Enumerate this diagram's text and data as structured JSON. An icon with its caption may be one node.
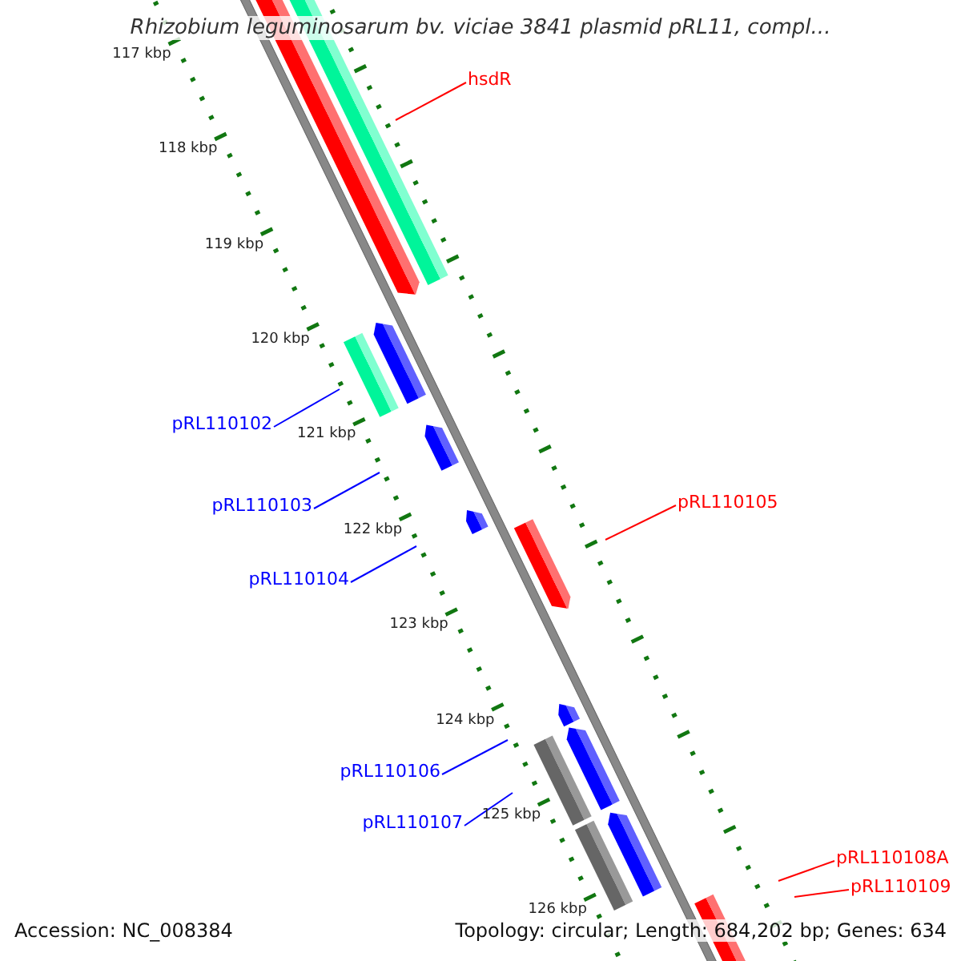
{
  "diagram": {
    "title": "Rhizobium leguminosarum bv. viciae 3841 plasmid pRL11, compl...",
    "nodes": [
      {
        "text": [
          "hsdR"
        ]
      },
      {
        "text": [
          "pRL110102"
        ]
      },
      {
        "text": [
          "pRL110103"
        ]
      },
      {
        "text": [
          "pRL110104"
        ]
      },
      {
        "text": [
          "pRL110105"
        ]
      },
      {
        "text": [
          "pRL110106"
        ]
      },
      {
        "text": [
          "pRL110107"
        ]
      },
      {
        "text": [
          "pRL110108A"
        ]
      },
      {
        "text": [
          "pRL110109"
        ]
      }
    ],
    "edges": [
      {
        "from": 0,
        "to": null,
        "arrow": "none",
        "color": "#ff0000"
      },
      {
        "from": 1,
        "to": null,
        "arrow": "none"
      },
      {
        "from": 2,
        "to": null,
        "arrow": "none"
      },
      {
        "from": 3,
        "to": null,
        "arrow": "none"
      },
      {
        "from": 4,
        "to": null,
        "arrow": "none",
        "color": "#ff0000"
      },
      {
        "from": 5,
        "to": null,
        "arrow": "none"
      },
      {
        "from": 6,
        "to": null,
        "arrow": "none"
      },
      {
        "from": 7,
        "to": null,
        "arrow": "none",
        "color": "#ff0000"
      },
      {
        "from": 8,
        "to": null,
        "arrow": "none",
        "color": "#ff0000"
      }
    ],
    "labels": [
      "117 kbp",
      "118 kbp",
      "119 kbp",
      "120 kbp",
      "121 kbp",
      "122 kbp",
      "123 kbp",
      "124 kbp",
      "125 kbp",
      "126 kbp",
      "Accession: NC_008384",
      "Topology: circular; Length: 684,202 bp; Genes: 634"
    ]
  }
}
